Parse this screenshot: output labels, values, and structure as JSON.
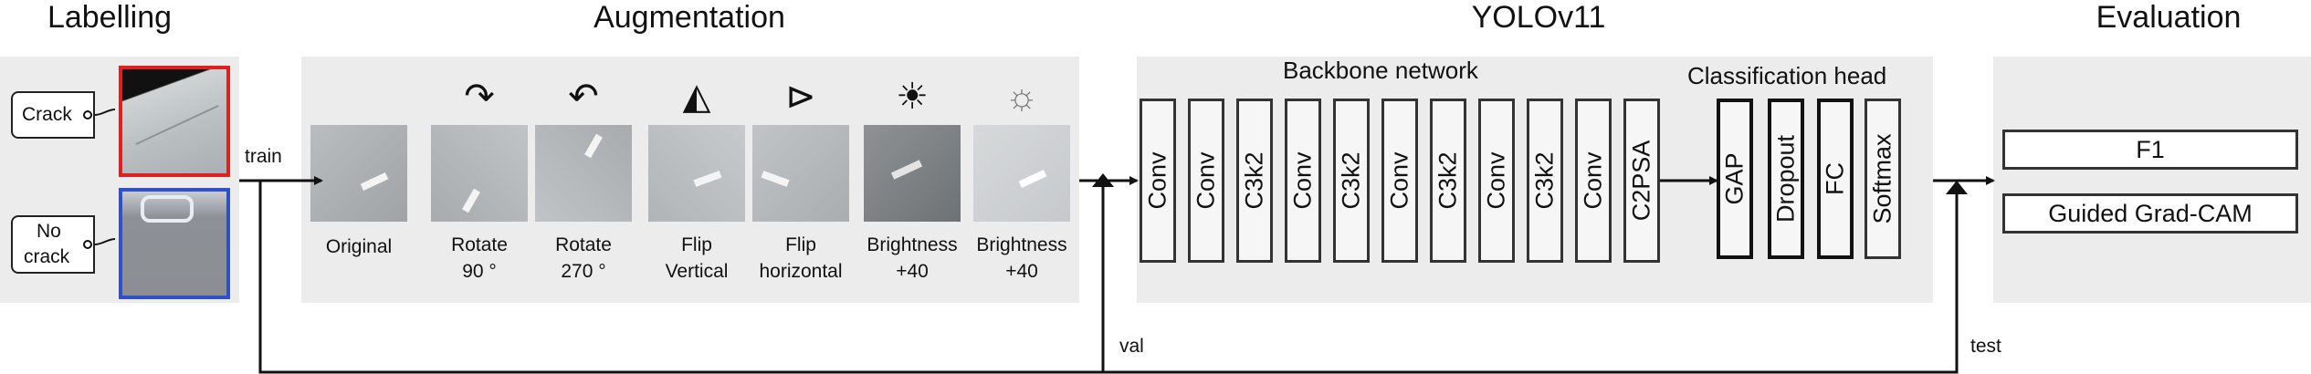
{
  "titles": {
    "labelling": "Labelling",
    "augmentation": "Augmentation",
    "yolo": "YOLOv11",
    "evaluation": "Evaluation"
  },
  "labelling": {
    "crack_tag": "Crack",
    "nocrack_tag_line1": "No",
    "nocrack_tag_line2": "crack",
    "crack_border": "#e02020",
    "nocrack_border": "#3050c8"
  },
  "flow": {
    "train": "train",
    "val": "val",
    "test": "test"
  },
  "augmentation": {
    "items": [
      {
        "icon": "",
        "icon_name": "none",
        "line1": "Original",
        "line2": ""
      },
      {
        "icon": "↷",
        "icon_name": "rotate-cw-icon",
        "line1": "Rotate",
        "line2": "90 °"
      },
      {
        "icon": "↶",
        "icon_name": "rotate-ccw-icon",
        "line1": "Rotate",
        "line2": "270 °"
      },
      {
        "icon": "◭",
        "icon_name": "flip-vertical-icon",
        "line1": "Flip",
        "line2": "Vertical"
      },
      {
        "icon": "⊳",
        "icon_name": "flip-horizontal-icon",
        "line1": "Flip",
        "line2": "horizontal"
      },
      {
        "icon": "☀",
        "icon_name": "brightness-up-icon",
        "line1": "Brightness",
        "line2": "+40"
      },
      {
        "icon": "☼",
        "icon_name": "brightness-down-icon",
        "line1": "Brightness",
        "line2": "+40"
      }
    ]
  },
  "yolo": {
    "backbone_label": "Backbone network",
    "head_label": "Classification head",
    "backbone_blocks": [
      "Conv",
      "Conv",
      "C3k2",
      "Conv",
      "C3k2",
      "Conv",
      "C3k2",
      "Conv",
      "C3k2",
      "Conv",
      "C2PSA"
    ],
    "head_blocks": [
      "GAP",
      "Dropout",
      "FC",
      "Softmax"
    ]
  },
  "evaluation": {
    "metric1": "F1",
    "metric2": "Guided Grad-CAM"
  }
}
